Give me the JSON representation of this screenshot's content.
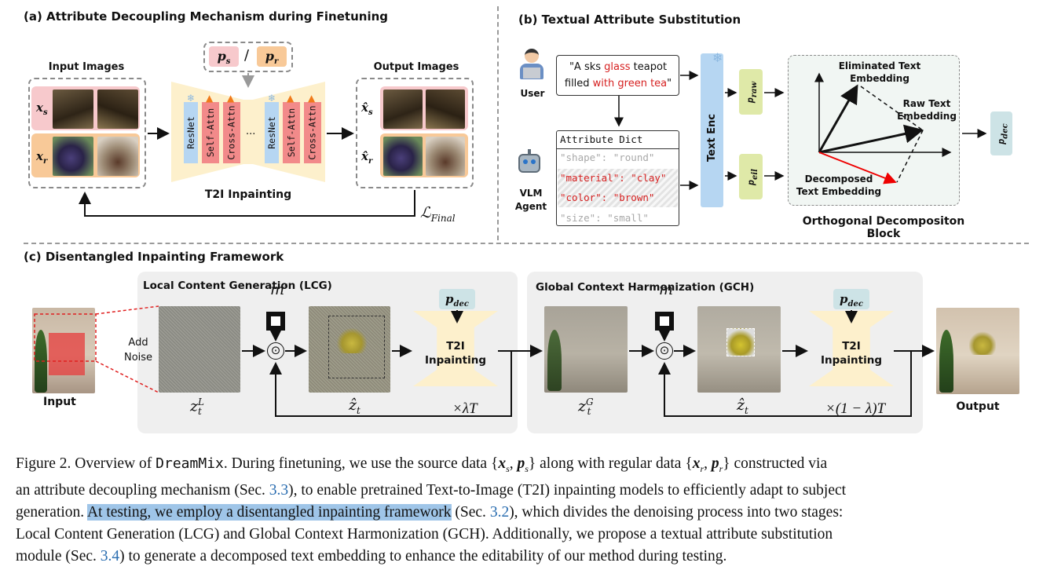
{
  "panel_a": {
    "title": "(a) Attribute Decoupling Mechanism during Finetuning",
    "input_images": "Input Images",
    "output_images": "Output Images",
    "x_s": "x",
    "x_s_sub": "s",
    "x_r": "x",
    "x_r_sub": "r",
    "xhat_s": "x̂",
    "xhat_r": "x̂",
    "prompt_ps": "p",
    "prompt_ps_sub": "s",
    "prompt_slash": "/",
    "prompt_pr": "p",
    "prompt_pr_sub": "r",
    "blocks": [
      "ResNet",
      "Self-Attn",
      "Cross-Attn",
      "ResNet",
      "Self-Attn",
      "Cross-Attn"
    ],
    "ellipsis": "...",
    "network_label": "T2I Inpainting",
    "loss": "ℒ",
    "loss_sub": "Final"
  },
  "panel_b": {
    "title": "(b) Textual Attribute Substitution",
    "user_label": "User",
    "prompt_line1_a": "\"A sks ",
    "prompt_line1_red": "glass",
    "prompt_line1_b": " teapot",
    "prompt_line2_a": "filled ",
    "prompt_line2_red": "with green tea",
    "prompt_line2_b": "\"",
    "dict_title": "Attribute Dict",
    "dict_rows": [
      {
        "text": "\"shape\": \"round\"",
        "style": "grey"
      },
      {
        "text": "\"material\": \"clay\"",
        "style": "red"
      },
      {
        "text": "\"color\": \"brown\"",
        "style": "red"
      },
      {
        "text": "\"size\": \"small\"",
        "style": "grey"
      }
    ],
    "agent_label_1": "VLM",
    "agent_label_2": "Agent",
    "text_enc": "Text Enc",
    "p_raw": "p",
    "p_raw_sub": "raw",
    "p_eil": "p",
    "p_eil_sub": "eil",
    "eliminated_1": "Eliminated Text",
    "eliminated_2": "Embedding",
    "raw_1": "Raw Text",
    "raw_2": "Embedding",
    "decomposed_1": "Decomposed",
    "decomposed_2": "Text Embedding",
    "block_label": "Orthogonal Decompositon Block",
    "p_dec": "p",
    "p_dec_sub": "dec"
  },
  "panel_c": {
    "title": "(c) Disentangled Inpainting Framework",
    "lcg_title": "Local Content Generation (LCG)",
    "gch_title": "Global Context Harmonization (GCH)",
    "input_label": "Input",
    "output_label": "Output",
    "add_noise_1": "Add",
    "add_noise_2": "Noise",
    "z_L": "z",
    "z_L_sup": "L",
    "z_L_sub": "t",
    "z_G": "z",
    "z_G_sup": "G",
    "z_G_sub": "t",
    "zhat_1": "ẑ",
    "zhat_1_sub": "t",
    "zhat_2": "ẑ",
    "zhat_2_sub": "t",
    "m_prime": "m′",
    "m": "m",
    "odot": "⊙",
    "t2i_1": "T2I",
    "t2i_2": "Inpainting",
    "p_dec": "p",
    "p_dec_sub": "dec",
    "times_lcg": "×λT",
    "times_gch": "×(1 − λ)T"
  },
  "caption": {
    "line1_a": "Figure 2. Overview of ",
    "line1_mono": "DreamMix",
    "line1_b": ". During finetuning, we use the source data {",
    "line1_math1": "x",
    "line1_math1_sub": "s",
    "line1_comma1": ", ",
    "line1_math2": "p",
    "line1_math2_sub": "s",
    "line1_c": "} along with regular data {",
    "line1_math3": "x",
    "line1_math3_sub": "r",
    "line1_comma2": ", ",
    "line1_math4": "p",
    "line1_math4_sub": "r",
    "line1_d": "} constructed via",
    "line2_a": "an attribute decoupling mechanism (Sec. ",
    "line2_ref": "3.3",
    "line2_b": "), to enable pretrained Text-to-Image (T2I) inpainting models to efficiently adapt to subject",
    "line3_a": "generation. ",
    "line3_hl": "At testing, we employ a disentangled inpainting framework",
    "line3_b": " (Sec. ",
    "line3_ref": "3.2",
    "line3_c": "), which divides the denoising process into two stages:",
    "line4": "Local Content Generation (LCG) and Global Context Harmonization (GCH). Additionally, we propose a textual attribute substitution",
    "line5_a": "module (Sec. ",
    "line5_ref": "3.4",
    "line5_b": ") to generate a decomposed text embedding to enhance the editability of our method during testing."
  },
  "colors": {
    "pink": "#f7c9cc",
    "orange": "#f8c998",
    "blue_bar": "#b6d6f2",
    "red_bar": "#f28a8a",
    "trap": "#fdf0cc",
    "green_tag": "#dfe9a8",
    "teal_tag": "#cde3e6",
    "highlight": "#9fc5e8",
    "ref": "#2a6db0"
  }
}
